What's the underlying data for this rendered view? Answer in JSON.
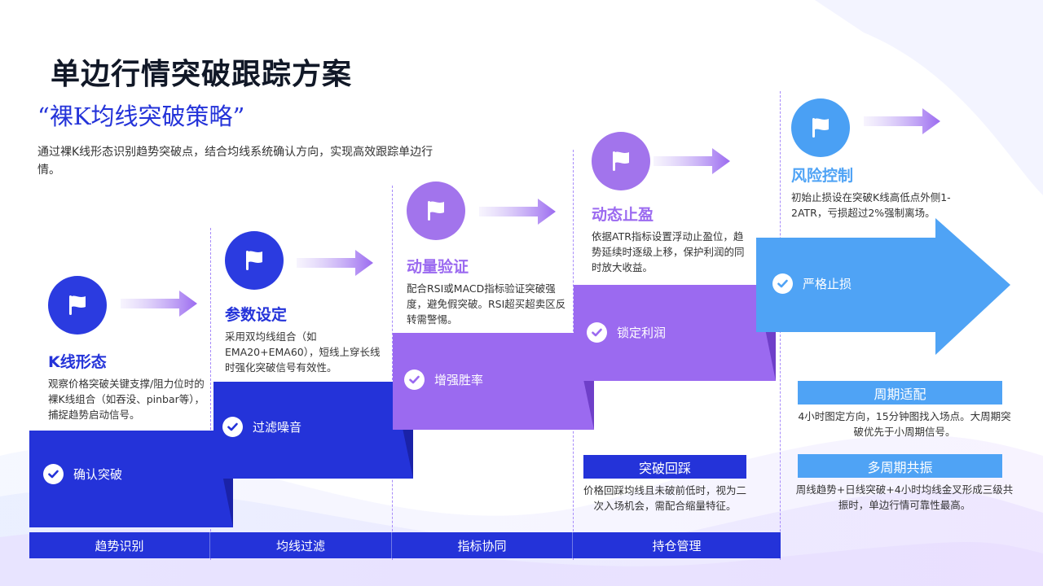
{
  "title": "单边行情突破跟踪方案",
  "subtitle": "“裸K均线突破策略”",
  "intro": "通过裸K线形态识别趋势突破点，结合均线系统确认方向，实现高效跟踪单边行情。",
  "colors": {
    "blue": "#2433d9",
    "purple": "#9b6af0",
    "lightblue": "#4fa3f5",
    "icon_blue": "#2b3be0",
    "icon_purple": "#a274ec",
    "icon_light": "#4aa0f4"
  },
  "steps": [
    {
      "title": "K线形态",
      "text": "观察价格突破关键支撑/阻力位时的裸K线组合（如吞没、pinbar等），捕捉趋势启动信号。",
      "band": "确认突破",
      "icon": "flag-icon"
    },
    {
      "title": "参数设定",
      "text": "采用双均线组合（如EMA20+EMA60），短线上穿长线时强化突破信号有效性。",
      "band": "过滤噪音",
      "icon": "flag-icon"
    },
    {
      "title": "动量验证",
      "text": "配合RSI或MACD指标验证突破强度，避免假突破。RSI超买超卖区反转需警惕。",
      "band": "增强胜率",
      "icon": "flag-icon"
    },
    {
      "title": "动态止盈",
      "text": "依据ATR指标设置浮动止盈位，趋势延续时逐级上移，保护利润的同时放大收益。",
      "band": "锁定利润",
      "icon": "flag-icon"
    },
    {
      "title": "风险控制",
      "text": "初始止损设在突破K线高低点外侧1-2ATR，亏损超过2%强制离场。",
      "band": "严格止损",
      "icon": "flag-icon"
    }
  ],
  "bottom_bar": [
    "趋势识别",
    "均线过滤",
    "指标协同",
    "持仓管理"
  ],
  "extras": [
    {
      "tag": "突破回踩",
      "text": "价格回踩均线且未破前低时，视为二次入场机会，需配合缩量特征。"
    },
    {
      "tag": "周期适配",
      "text": "4小时图定方向，15分钟图找入场点。大周期突破优先于小周期信号。"
    },
    {
      "tag": "多周期共振",
      "text": "周线趋势+日线突破+4小时均线金叉形成三级共振时，单边行情可靠性最高。"
    }
  ]
}
